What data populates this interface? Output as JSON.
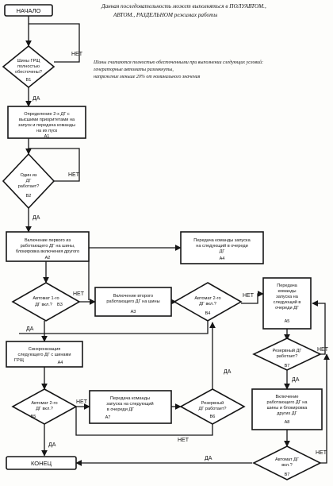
{
  "header_note": {
    "line1": "Данная последовательность может выполняться в ПОЛУАВТОМ.,",
    "line2": "АВТОМ., РАЗДЕЛЬНОМ режимах работы"
  },
  "side_note": {
    "line1": "Шины считаются полностью обесточенными при выполнении следующих условий:",
    "line2": "генераторные автоматы разомкнуты,",
    "line3": "напряжение меньше 20% от номинального значения"
  },
  "terminals": {
    "start": "НАЧАЛО",
    "end": "КОНЕЦ"
  },
  "branches": {
    "yes": "ДА",
    "no": "НЕТ"
  },
  "blocks": {
    "b1": {
      "lines": [
        "Шины ГРЩ",
        "полностью",
        "обесточены?"
      ],
      "id": "B1"
    },
    "a1": {
      "lines": [
        "Определение 2-х ДГ с",
        "высшими приоритетами на",
        "запуск и передача команды",
        "на их пуск"
      ],
      "id": "A1"
    },
    "b2": {
      "lines": [
        "Один из",
        "ДГ",
        "работает?"
      ],
      "id": "B2"
    },
    "a2": {
      "lines": [
        "Включение первого из",
        "работающего ДГ на шины,",
        "блокировка включения другого"
      ],
      "id": "A2"
    },
    "a4_top": {
      "lines": [
        "Передача команды запуска",
        "на следующий в очереди",
        "ДГ"
      ],
      "id": "A4"
    },
    "b3": {
      "lines": [
        "Автомат 1-го",
        "ДГ вкл.?"
      ],
      "id": "B3"
    },
    "a3": {
      "lines": [
        "Включение второго",
        "работающего ДГ на шины"
      ],
      "id": "A3"
    },
    "b4": {
      "lines": [
        "Автомат 2-го",
        "ДГ вкл.?"
      ],
      "id": "B4"
    },
    "a5": {
      "lines": [
        "Передача",
        "команды",
        "запуска на",
        "следующий в",
        "очереди ДГ"
      ],
      "id": "A5"
    },
    "a4_left": {
      "lines": [
        "Синхронизация",
        "следующего ДГ с шинами",
        "ГРЩ"
      ],
      "id": "A4"
    },
    "b7_right": {
      "lines": [
        "Резервный ДГ",
        "работает?"
      ],
      "id": "B7"
    },
    "b5": {
      "lines": [
        "Автомат 2-го",
        "ДГ вкл.?"
      ],
      "id": "B5"
    },
    "a7": {
      "lines": [
        "Передача команды",
        "запуска на следующий",
        "в очереди ДГ"
      ],
      "id": "A7"
    },
    "b6": {
      "lines": [
        "Резервный",
        "ДГ работает?"
      ],
      "id": "B6"
    },
    "a8": {
      "lines": [
        "Включение",
        "работающего ДГ на",
        "шины и блокировка",
        "других ДГ"
      ],
      "id": "A8"
    },
    "b7_bottom": {
      "lines": [
        "Автомат ДГ",
        "вкл.?"
      ],
      "id": "B7"
    }
  }
}
